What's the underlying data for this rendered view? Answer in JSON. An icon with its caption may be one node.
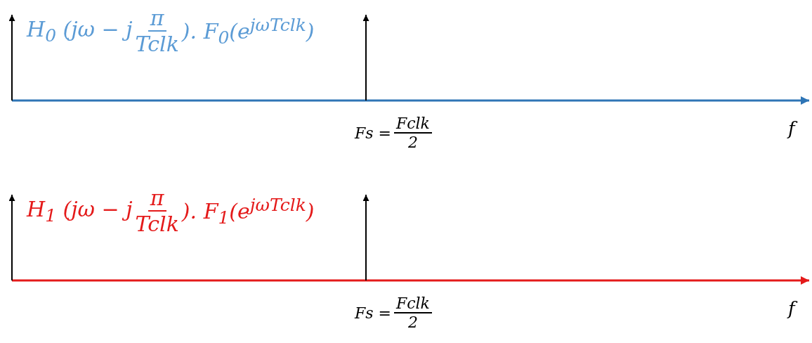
{
  "diagram": {
    "labels": [
      "H$_{0}$ (jω − j",
      "π",
      "Tclk",
      "). F$_{0}$(e$^{jωTclk}$)",
      "Fs =",
      "Fclk",
      "2",
      "f",
      "H$_{1}$ (jω − j",
      "π",
      "Tclk",
      "). F$_{1}$(e$^{jωTclk}$)",
      "Fs =",
      "Fclk",
      "2",
      "f"
    ]
  }
}
